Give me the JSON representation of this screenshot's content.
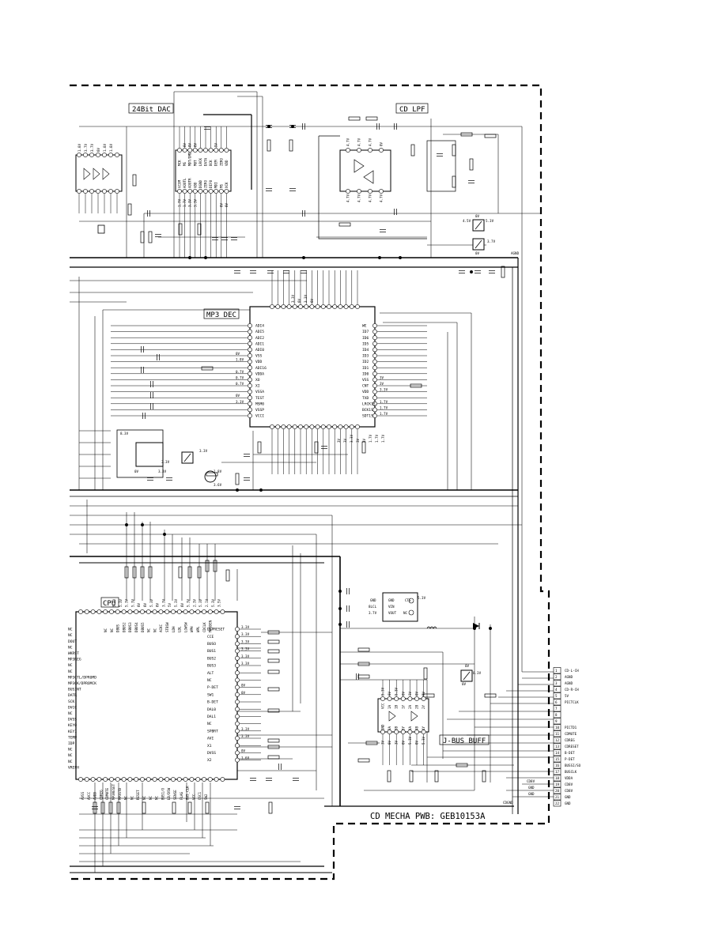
{
  "blocks": {
    "dac": {
      "label": "24Bit DAC"
    },
    "lpf": {
      "label": "CD LPF"
    },
    "mp3": {
      "label": "MP3 DEC"
    },
    "cpu": {
      "label": "CPU"
    },
    "jbus": {
      "label": "J-BUS BUFF"
    },
    "board": {
      "label": "CD MECHA PWB: GEB10153A"
    }
  },
  "connector": {
    "pins": [
      {
        "num": "1",
        "name": "CD-L-CH"
      },
      {
        "num": "2",
        "name": "AGND"
      },
      {
        "num": "3",
        "name": "AGND"
      },
      {
        "num": "4",
        "name": "CD-R-CH"
      },
      {
        "num": "5",
        "name": "5V"
      },
      {
        "num": "6",
        "name": "PICTCLK"
      },
      {
        "num": "7",
        "name": ""
      },
      {
        "num": "8",
        "name": ""
      },
      {
        "num": "9",
        "name": ""
      },
      {
        "num": "10",
        "name": "PICTD1"
      },
      {
        "num": "11",
        "name": "CDMUTE"
      },
      {
        "num": "12",
        "name": "CDREG"
      },
      {
        "num": "13",
        "name": "CDRESET"
      },
      {
        "num": "14",
        "name": "B-DET"
      },
      {
        "num": "15",
        "name": "P-DET"
      },
      {
        "num": "16",
        "name": "BUSSI/SO"
      },
      {
        "num": "17",
        "name": "BUSCLK"
      },
      {
        "num": "18",
        "name": "VDDA"
      },
      {
        "num": "19",
        "name": "CD8V"
      },
      {
        "num": "20",
        "name": "CD8V"
      },
      {
        "num": "21",
        "name": "GND"
      },
      {
        "num": "22",
        "name": "GND"
      }
    ],
    "side_labels": [
      "CD8V",
      "GND",
      "GND"
    ]
  },
  "regulators": [
    {
      "in": "4.5V",
      "out": "5.3V",
      "ref": "0V"
    },
    {
      "in": "",
      "out": "3.7V",
      "ref": "0V"
    },
    {
      "in": "8.3V",
      "out": "",
      "ref": "0V"
    }
  ],
  "vreg_ic": {
    "pins": [
      "GND",
      "8LCL",
      "3.7V"
    ],
    "pins_right": [
      "VIN",
      "VOUT"
    ],
    "out": "5.3V",
    "nc": "NC",
    "cts": "CTS"
  },
  "power_labels": {
    "agnd": "AGND",
    "cdgnd": "CDGND",
    "gnd": "GND"
  },
  "mp3_left_pins": [
    "ADI4",
    "ADI5",
    "ADI2",
    "ADI1",
    "ADI0",
    "VSS",
    "VDD",
    "ADI16",
    "VDDA",
    "XO",
    "XI",
    "VSSA",
    "TEST",
    "MSM0",
    "VSSP",
    "VCCI"
  ],
  "mp3_right_pins": [
    "WE",
    "ID7",
    "ID6",
    "ID5",
    "ID4",
    "ID3",
    "ID2",
    "ID1",
    "ID0",
    "VSS",
    "CNT",
    "VDD",
    "TXD",
    "LRCK1S",
    "BCK1S",
    "SDT1S"
  ],
  "mp3_left_volts": [
    "",
    "",
    "",
    "",
    "",
    "0V",
    "1.8V",
    "",
    "0.7V",
    "0.7V",
    "0.7V",
    "",
    "0V",
    "3.3V",
    "",
    ""
  ],
  "mp3_right_volts": [
    "",
    "",
    "",
    "",
    "",
    "",
    "",
    "",
    "",
    "3V",
    "3V",
    "3.3V",
    "",
    "1.7V",
    "1.7V",
    "1.7V"
  ],
  "cpu_left_pins": [
    "NC",
    "NC",
    "DOUT",
    "NC",
    "WKRST",
    "MP3REG",
    "NC",
    "NC",
    "MP3CTL/DPROMD",
    "MP3CK/DPROMCK",
    "BUSINT",
    "DATR",
    "SCK",
    "DVCC",
    "NC",
    "DVSS",
    "KEY0",
    "KEY1",
    "TEMP",
    "IDP",
    "NC",
    "NC",
    "NC",
    "VREFH"
  ],
  "cpu_right_pins": [
    "DSPRESET",
    "CCE",
    "BUSO",
    "BUS1",
    "BUS2",
    "BUS3",
    "ALT",
    "NC",
    "P-DET",
    "SW1",
    "B-DET",
    "DAL0",
    "DAL1",
    "NC",
    "SPBRT",
    "AVI",
    "X1",
    "DVSS",
    "X2"
  ],
  "cpu_right_volts": [
    "3.3V",
    "3.3V",
    "3.3V",
    "3.3V",
    "3.3V",
    "3.3V",
    "",
    "",
    "0V",
    "0V",
    "",
    "",
    "",
    "",
    "3.3V",
    "3.3V",
    "",
    "0V",
    "1.6V"
  ],
  "cpu_top_pins": [
    "NC",
    "NC",
    "DBUS",
    "DBUS2",
    "DBUS3",
    "DBUS4",
    "DBUS5",
    "NC",
    "NC",
    "ACKC",
    "STBSW",
    "LDH",
    "LDL",
    "LOWSW",
    "WPH",
    "WPL",
    "CDCLK",
    "MP3DEN"
  ],
  "cpu_bottom_pins": [
    "AVSS",
    "AVCC",
    "AVDD",
    "CDREG",
    "CDMUTE",
    "MP3RESET",
    "MP3STD",
    "NC",
    "NC",
    "RESET",
    "NC",
    "NC",
    "NC",
    "BUS1/O",
    "LD/DSW",
    "SENSE",
    "FLAG",
    "BUS_CLK",
    "VCC",
    "OSC1",
    "SW2"
  ],
  "jbus_pins_top": [
    "VCC",
    "1A",
    "1B",
    "1Y",
    "2A",
    "2B",
    "2Y"
  ],
  "jbus_pins_bot": [
    "GND",
    "3A",
    "3B",
    "3Y",
    "4A",
    "4B",
    "4Y"
  ],
  "jbus_volts": [
    "5.3V",
    "0V",
    "5.3V",
    "0V",
    "3V",
    "0V",
    "3V"
  ],
  "dac_pins_top": [
    "MCK",
    "MS",
    "MDT/DMD",
    "MUT",
    "LRCK",
    "DATA",
    "BCK",
    "DEM",
    "ZERO",
    "VDD"
  ],
  "dac_pins_bot": [
    "VCOM",
    "AOUTL",
    "AOUTR",
    "VDD",
    "DGND",
    "ZERO",
    "DIF0",
    "MDI",
    "MS",
    "XCK"
  ],
  "dac_volts_top": [
    "",
    "0V",
    "0V",
    "0V",
    "",
    "",
    "",
    "5V",
    "",
    ""
  ],
  "dac_volts_bot": [
    "1.7V",
    "1.7V",
    "3.3V",
    "3.3V",
    "",
    "",
    "",
    "",
    "0V",
    "0V"
  ],
  "lpf_volts": [
    "4.7V",
    "4.7V",
    "4.7V",
    "0V",
    "4.7V",
    "4.7V",
    "4.7V",
    "4.7V"
  ],
  "amp_volts": [
    "1.8V",
    "3.7V",
    "3.7V",
    "0V",
    "1.8V",
    "1.8V"
  ],
  "misc_volts": {
    "q1": [
      "1.8V",
      "3.6V",
      "3.3V"
    ],
    "q2": [
      "3.3V",
      "3.3V",
      "0V"
    ],
    "sub": [
      "8.3V",
      "3.3V",
      "0V"
    ],
    "mp3_top": [
      "3.3V",
      "0V",
      "3.3V",
      "0V"
    ],
    "mp3_bottom": [
      "3V",
      "3V",
      "3.3V",
      "3V",
      "3V",
      "1.7V",
      "1.7V",
      "1.7V"
    ],
    "cpu_top": [
      "5.3V",
      "5.3V",
      "5.3V",
      "5.3V",
      "0V",
      "0V",
      "5.3V",
      "0V",
      "3.3V",
      "5V",
      "5.3V",
      "0V",
      "5.3V",
      "2.3V",
      "5.3V",
      "2.1V",
      "5.3V",
      "3.5V"
    ]
  }
}
